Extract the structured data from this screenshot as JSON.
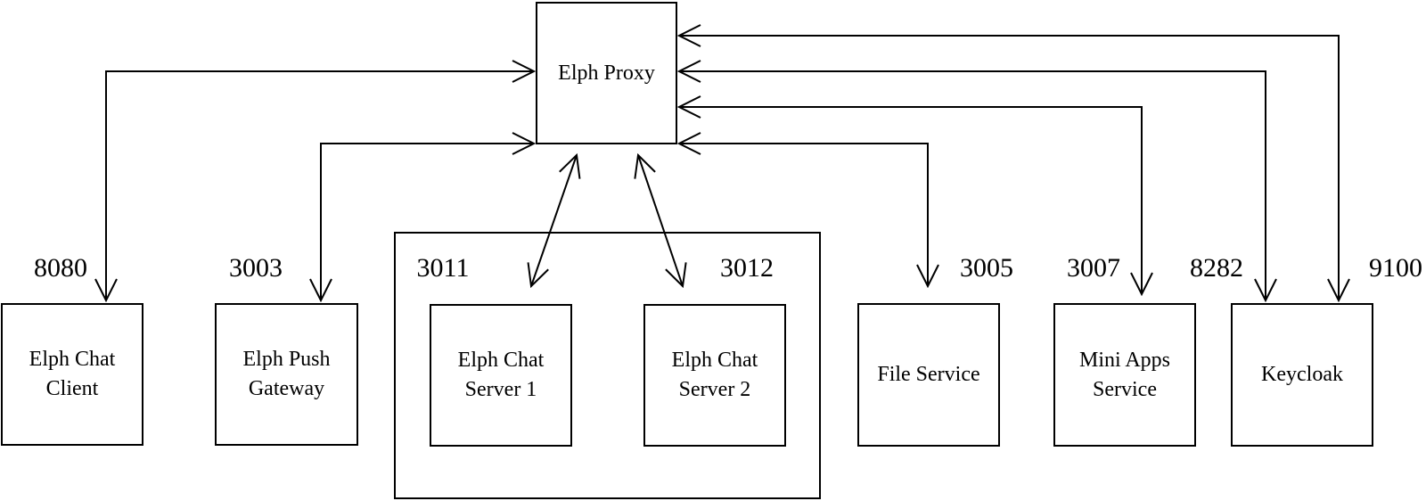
{
  "diagram": {
    "title_hint": "Elph services port architecture",
    "colors": {
      "line": "#000000",
      "background": "#ffffff"
    },
    "proxy": {
      "label": "Elph Proxy"
    },
    "nodes": {
      "chat_client": {
        "label": "Elph Chat Client",
        "port": "8080"
      },
      "push_gateway": {
        "label": "Elph Push Gateway",
        "port": "3003"
      },
      "chat_server_1": {
        "label": "Elph Chat Server 1",
        "port": "3011"
      },
      "chat_server_2": {
        "label": "Elph Chat Server 2",
        "port": "3012"
      },
      "file_service": {
        "label": "File Service",
        "port": "3005"
      },
      "mini_apps": {
        "label": "Mini Apps Service",
        "port": "3007"
      },
      "keycloak": {
        "label": "Keycloak",
        "ports": [
          "8282",
          "9100"
        ]
      }
    }
  }
}
